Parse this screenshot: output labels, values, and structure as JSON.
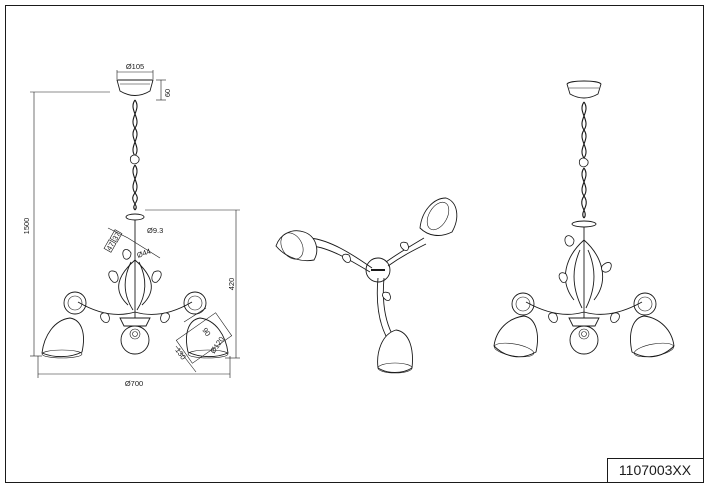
{
  "drawing": {
    "article_number": "1107003XX",
    "dimensions": {
      "canopy_diameter": "Ø105",
      "canopy_height": "60",
      "total_height": "1500",
      "tube_diameter": "Ø9.3",
      "dim_37": "37",
      "dim_47": "47",
      "dim_44": "Ø44",
      "body_height": "420",
      "shade_length": "90",
      "shade_diameter": "Ø120",
      "shade_depth": "130",
      "overall_diameter": "Ø700"
    }
  },
  "views": [
    "front-view-dimensioned",
    "top-view",
    "front-view"
  ]
}
